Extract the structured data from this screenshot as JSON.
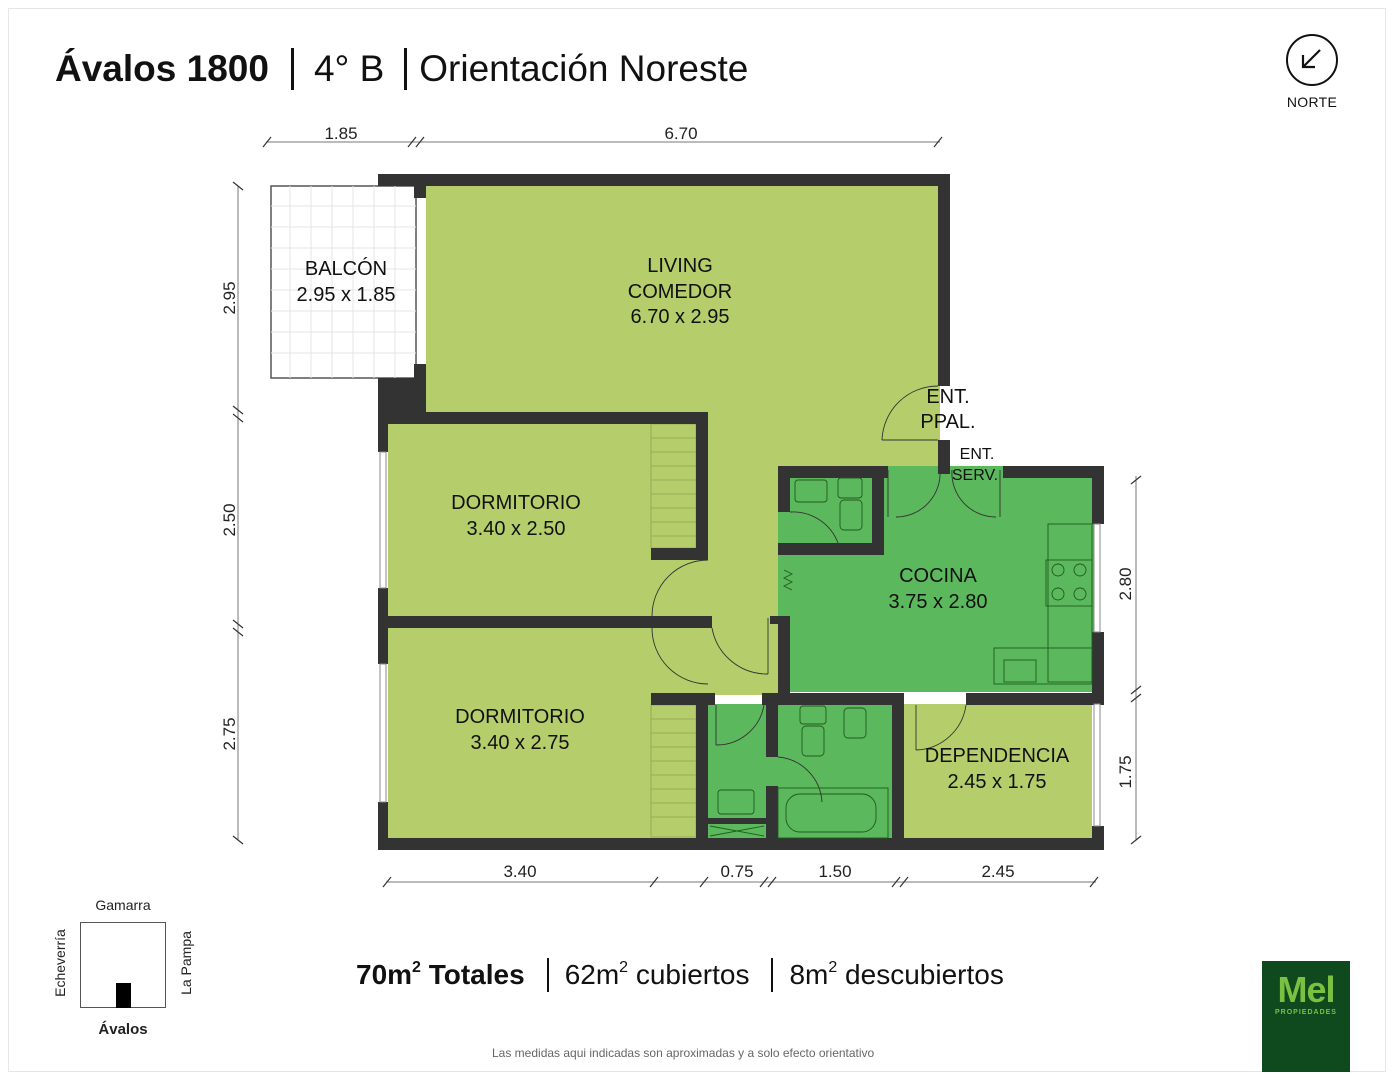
{
  "header": {
    "address": "Ávalos 1800",
    "unit": "4° B",
    "orientation": "Orientación Noreste"
  },
  "north": {
    "label": "NORTE",
    "icon": "arrow-down-left-icon"
  },
  "colors": {
    "wall": "#333333",
    "dry_room": "#b5cd6a",
    "wet_room": "#5cb85c",
    "balcony": "#ffffff",
    "logo_bg": "#0e4a1e",
    "logo_fg": "#7ac142"
  },
  "rooms": [
    {
      "name": "BALCÓN",
      "size": "2.95 x 1.85"
    },
    {
      "name": "LIVING",
      "name2": "COMEDOR",
      "size": "6.70 x 2.95"
    },
    {
      "name": "DORMITORIO",
      "size": "3.40 x 2.50"
    },
    {
      "name": "DORMITORIO",
      "size": "3.40 x 2.75"
    },
    {
      "name": "COCINA",
      "size": "3.75 x 2.80"
    },
    {
      "name": "DEPENDENCIA",
      "size": "2.45 x 1.75"
    }
  ],
  "entries": {
    "main": {
      "line1": "ENT.",
      "line2": "PPAL."
    },
    "service": {
      "line1": "ENT.",
      "line2": "SERV."
    }
  },
  "dimensions": {
    "top": [
      "1.85",
      "6.70"
    ],
    "left": [
      "2.95",
      "2.50",
      "2.75"
    ],
    "right": [
      "2.80",
      "1.75"
    ],
    "bottom": [
      "3.40",
      "0.75",
      "1.50",
      "2.45"
    ]
  },
  "summary": {
    "total_value": "70m",
    "total_label": " Totales",
    "covered_value": "62m",
    "covered_label": " cubiertos",
    "uncovered_value": "8m",
    "uncovered_label": " descubiertos",
    "sup": "2"
  },
  "location_map": {
    "north_street": "Gamarra",
    "south_street": "Ávalos",
    "west_street": "Echeverría",
    "east_street": "La Pampa"
  },
  "disclaimer": "Las medidas aqui indicadas son aproximadas y a solo efecto orientativo",
  "logo": {
    "name": "Mel",
    "subtitle": "PROPIEDADES"
  }
}
